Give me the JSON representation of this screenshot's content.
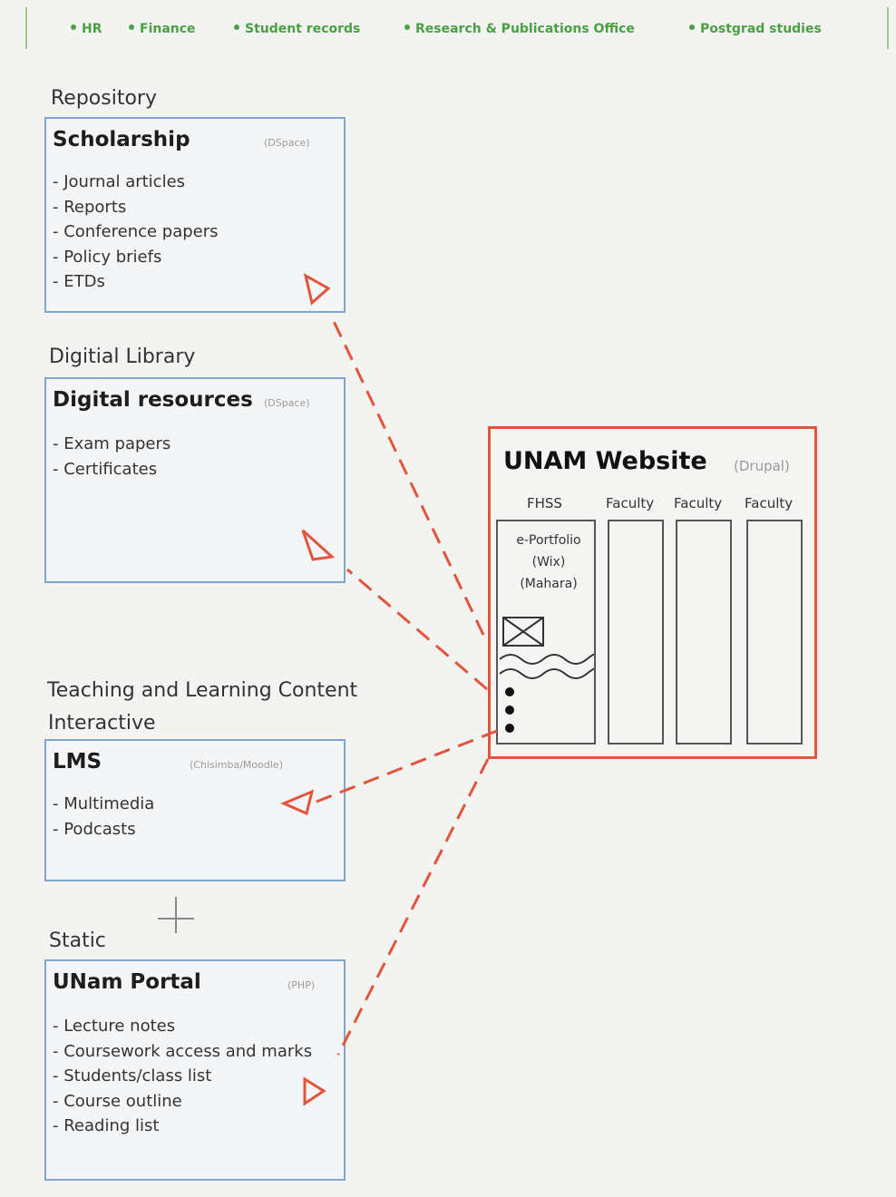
{
  "topbar": {
    "items": [
      "HR",
      "Finance",
      "Student records",
      "Research & Publications Office",
      "Postgrad studies"
    ]
  },
  "sections": {
    "repository": {
      "label": "Repository",
      "title": "Scholarship",
      "tag": "(DSpace)",
      "items": [
        "- Journal articles",
        "- Reports",
        "- Conference papers",
        "- Policy briefs",
        "- ETDs"
      ]
    },
    "digital_library": {
      "label": "Digitial Library",
      "title": "Digital resources",
      "tag": "(DSpace)",
      "items": [
        "- Exam papers",
        "- Certificates"
      ]
    },
    "teaching": {
      "label": "Teaching and Learning Content",
      "sublabel": "Interactive",
      "title": "LMS",
      "tag": "(Chisimba/Moodle)",
      "items": [
        "- Multimedia",
        "- Podcasts"
      ]
    },
    "static": {
      "label": "Static",
      "title": "UNam Portal",
      "tag": "(PHP)",
      "items": [
        "- Lecture notes",
        "- Coursework access and marks",
        "- Students/class list",
        "- Course outline",
        "- Reading list"
      ]
    }
  },
  "website": {
    "title": "UNAM Website",
    "tag": "(Drupal)",
    "columns": [
      "FHSS",
      "Faculty",
      "Faculty",
      "Faculty"
    ],
    "eportfolio": [
      "e-Portfolio",
      "(Wix)",
      "(Mahara)"
    ]
  },
  "colors": {
    "topbar_text": "#4aa043",
    "box_border": "#7ea6cf",
    "website_border": "#e2553c",
    "arrow": "#e2553c"
  }
}
